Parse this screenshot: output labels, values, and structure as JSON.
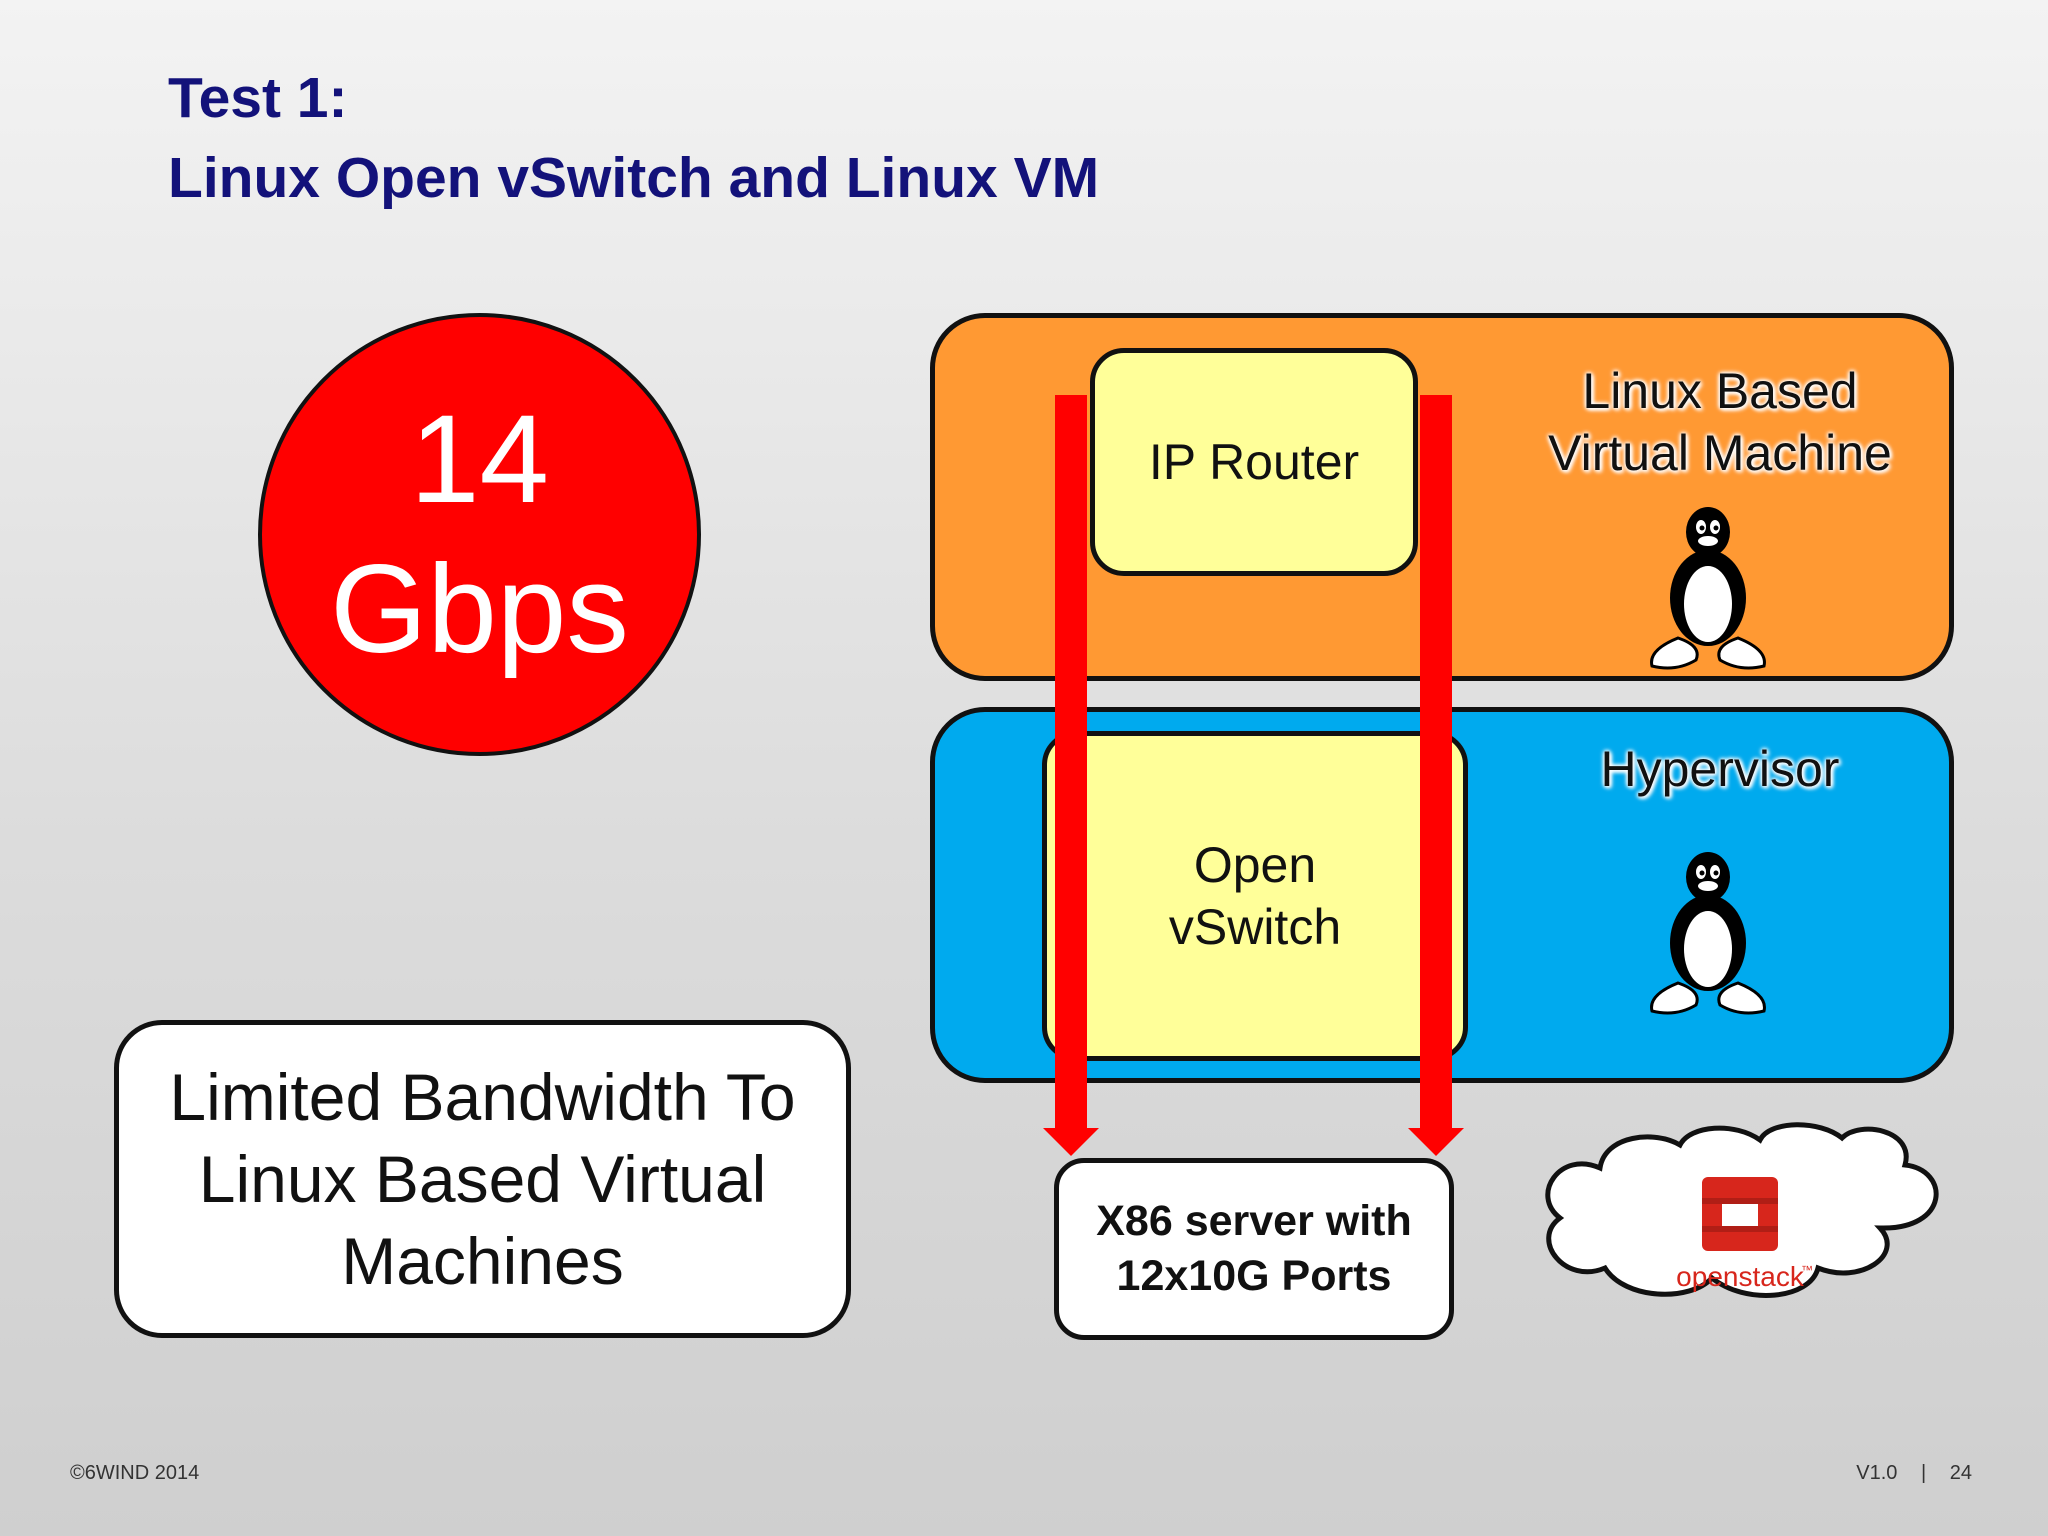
{
  "title": {
    "line1": "Test 1:",
    "line2": "Linux Open vSwitch and Linux VM"
  },
  "throughput": {
    "value": "14",
    "unit": "Gbps"
  },
  "note": {
    "line1": "Limited Bandwidth To",
    "line2": "Linux Based Virtual",
    "line3": "Machines"
  },
  "vm_layer": {
    "label_line1": "Linux Based",
    "label_line2": "Virtual Machine",
    "component": "IP Router",
    "icon": "tux-penguin-icon"
  },
  "hypervisor_layer": {
    "label": "Hypervisor",
    "component_line1": "Open",
    "component_line2": "vSwitch",
    "icon": "tux-penguin-icon"
  },
  "server": {
    "line1": "X86 server with",
    "line2": "12x10G Ports"
  },
  "cloud": {
    "logo_text": "openstack",
    "trademark": "™",
    "icon": "openstack-logo-icon"
  },
  "footer": {
    "copyright": "©6WIND 2014",
    "version": "V1.0",
    "separator": "|",
    "page": "24"
  },
  "colors": {
    "title": "#13127a",
    "circle": "#ff0000",
    "vm_layer": "#ff9933",
    "hypervisor_layer": "#00aaee",
    "component": "#ffff99",
    "arrow": "#ff0000"
  }
}
